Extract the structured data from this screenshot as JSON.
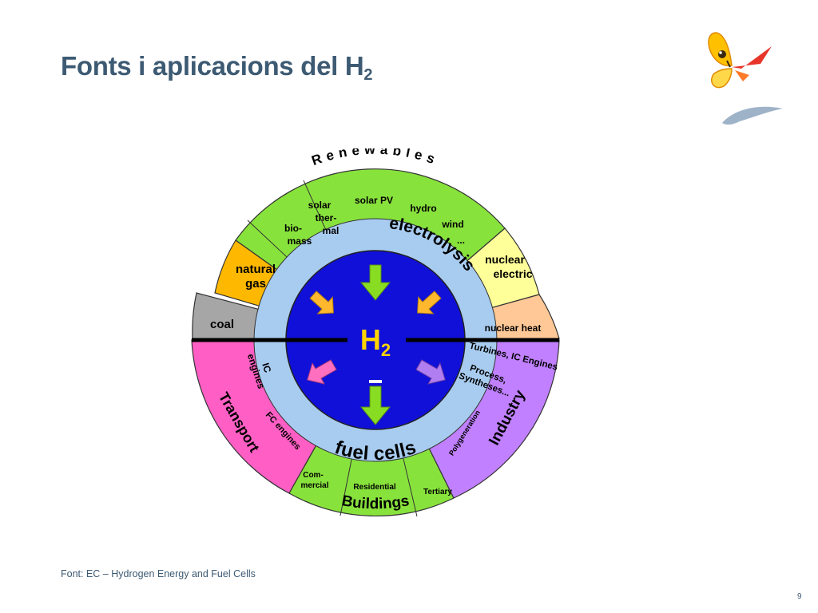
{
  "slide": {
    "title_main": "Fonts i aplicacions del H",
    "title_sub": "2",
    "source": "Font: EC – Hydrogen Energy and Fuel Cells",
    "page_number": "9"
  },
  "diagram": {
    "center": {
      "label": "H",
      "sub": "2"
    },
    "inner_ring": {
      "top": "electrolysis",
      "bottom": "fuel cells"
    },
    "sources": {
      "group_label": "Renewables",
      "solar_thermal": "solar ther- mal",
      "solar_thermal_lines": [
        "solar",
        "ther-",
        "mal"
      ],
      "solar_pv": "solar PV",
      "hydro": "hydro",
      "wind": "wind",
      "ellipsis": "...",
      "biomass_lines": [
        "bio-",
        "mass"
      ],
      "natural_gas_lines": [
        "natural",
        "gas"
      ],
      "coal": "coal",
      "nuclear_electric_lines": [
        "nuclear",
        "electric"
      ],
      "nuclear_heat": "nuclear heat"
    },
    "applications": {
      "transport": "Transport",
      "ic_engines_lines": [
        "IC",
        "engines"
      ],
      "fc_engines": "FC engines",
      "buildings": "Buildings",
      "commercial_lines": [
        "Com-",
        "mercial"
      ],
      "residential": "Residential",
      "tertiary": "Tertiary",
      "industry": "Industry",
      "polygeneration": "Polygeneration",
      "turbines": "Turbines, IC Engines",
      "process_lines": [
        "Process,",
        "Syntheses..."
      ]
    },
    "colors": {
      "renewables": "#88e23c",
      "natural_gas": "#ffb800",
      "coal": "#a6a6a6",
      "nuclear_electric": "#ffff99",
      "nuclear_heat": "#ffc896",
      "transport": "#ff5fc4",
      "buildings": "#88e23c",
      "industry": "#c080ff",
      "inner_ring": "#a8ccf0",
      "core": "#1010d8",
      "arrow_green": "#88dd22",
      "arrow_orange": "#ffb82e",
      "arrow_pink": "#ff6fc0",
      "arrow_purple": "#b07ef0"
    }
  }
}
